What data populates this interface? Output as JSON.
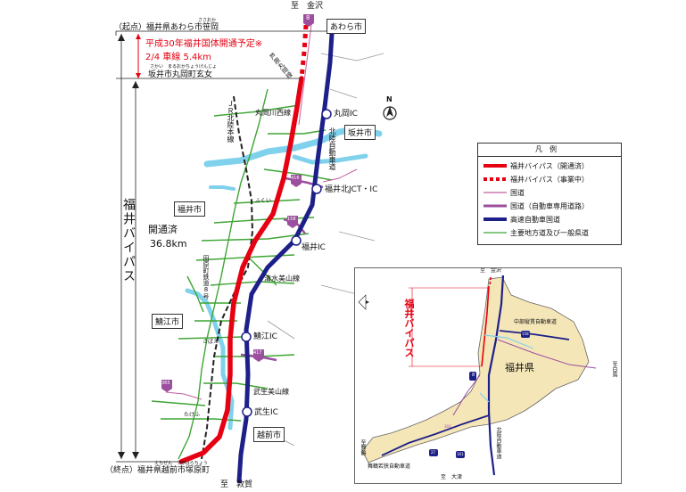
{
  "to_kanazawa": "至　金沢",
  "to_tsuruga": "至　敦賀",
  "start_label": "（起点）福井県あわら市笹岡",
  "start_ruby": "ささおか",
  "end_label": "（終点）福井県越前市塚原町",
  "end_ruby": "えちぜん　つかはらちょう",
  "awara_city": "あわら市",
  "sakai_city": "坂井市",
  "fukui_city": "福井市",
  "sabae_city": "鯖江市",
  "echizen_city": "越前市",
  "sakai_maruoka": "坂井市丸岡町玄女",
  "sakai_maruoka_ruby": "さかい　まるおかちょうげんじょ",
  "plan_line1": "平成30年福井国体開通予定※",
  "plan_line2": "2/4 車線 5.4km",
  "bypass_vertical": "福井バイパス",
  "opened_label": "開通済",
  "opened_length": "36.8km",
  "north_letter": "N",
  "route8": "8",
  "route416": "416",
  "route158": "158",
  "route417": "417",
  "route365": "365",
  "places": {
    "ashihara": "芦原丸岡線",
    "maruoka_ic": "丸岡IC",
    "jr_line": "ＪＲ北陸本線",
    "maruoka_kawanishi": "丸岡川西線",
    "hokuriku_exp": "北陸自動車道",
    "fukui_kita": "福井北JCT・IC",
    "fukui_station": "ふくい",
    "fukui_ic": "福井IC",
    "tawara_line": "田原町鉄道8号",
    "shimizu_line": "清水美山線",
    "sabae_station": "さばえ",
    "sabae_ic": "鯖江IC",
    "takefu_station": "たけふ",
    "takefu_line": "武生美山線",
    "takefu_ic": "武生IC"
  },
  "legend": {
    "title": "凡例",
    "items": [
      {
        "label": "福井バイパス（開通済）",
        "color": "#e60012",
        "style": "solid-thick"
      },
      {
        "label": "福井バイパス（事業中）",
        "color": "#e60012",
        "style": "dotted-thick"
      },
      {
        "label": "国道",
        "color": "#c060a0",
        "style": "thin"
      },
      {
        "label": "国道（自動車専用道路）",
        "color": "#9b4f9e",
        "style": "medium"
      },
      {
        "label": "高速自動車国道",
        "color": "#1d2088",
        "style": "thick"
      },
      {
        "label": "主要地方道及び一般県道",
        "color": "#3fa535",
        "style": "thin"
      }
    ]
  },
  "inset": {
    "to_kanazawa": "至　金沢",
    "bypass_vertical": "福井バイパス",
    "chubu_exp": "中部縦貫自動車道",
    "prefecture": "福井県",
    "hokuriku_exp": "北陸自動車道",
    "maizuru_exp": "舞鶴若狭自動車道",
    "to_maizuru": "至舞鶴",
    "to_otsu": "至　大津",
    "to_ono": "至白鳥",
    "r8": "8",
    "r158": "158",
    "r27": "27",
    "r161": "161",
    "r303": "303"
  },
  "colors": {
    "bypass": "#e60012",
    "expressway": "#1d2088",
    "national_exp": "#9b4f9e",
    "national": "#c060a0",
    "prefectural": "#3fa535",
    "river": "#7fd1ec",
    "pref_fill": "#f5e6b8"
  }
}
